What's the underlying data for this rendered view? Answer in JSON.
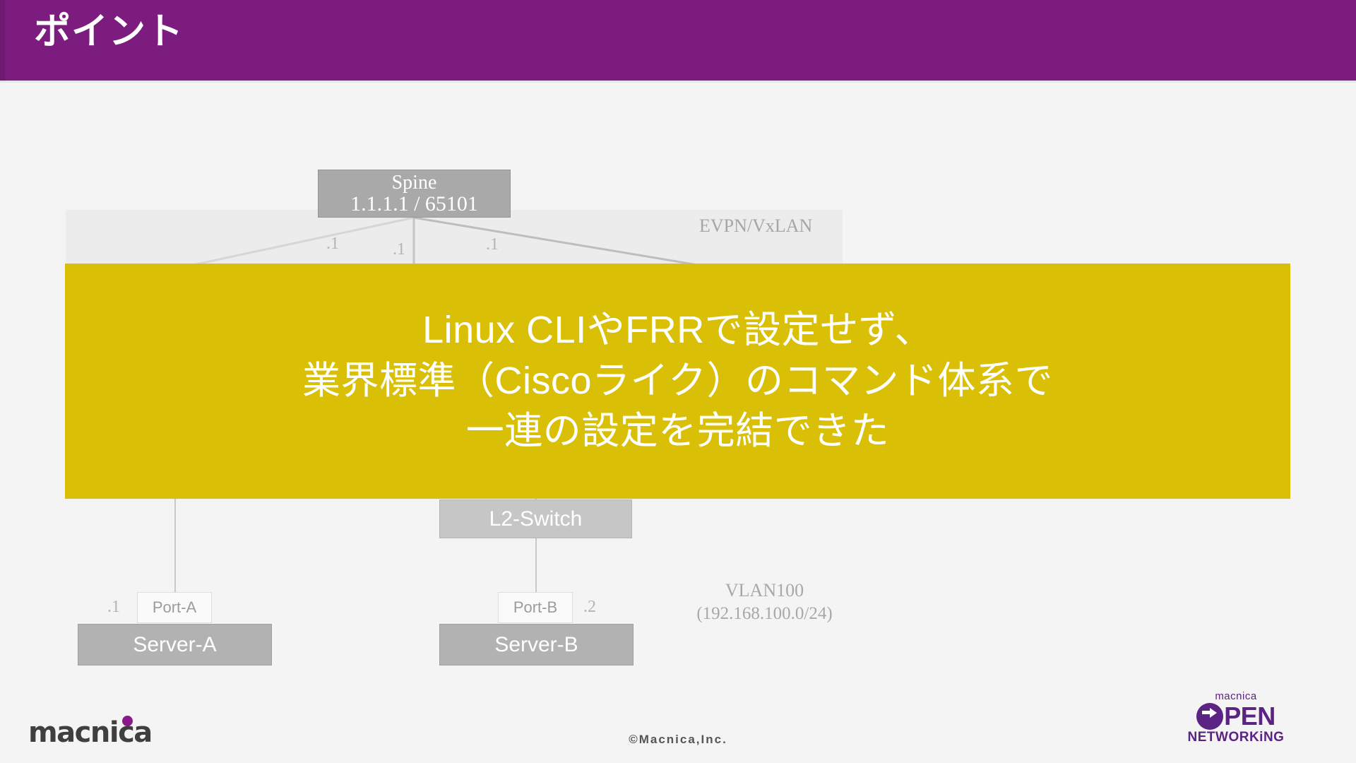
{
  "slide": {
    "header": {
      "title": "ポイント",
      "bar_color": "#7c1c7e"
    },
    "callout": {
      "background_color": "#d9bf05",
      "text_color": "#ffffff",
      "lines": [
        "Linux CLIやFRRで設定せず、",
        "業界標準（Ciscoライク）のコマンド体系で",
        "一連の設定を完結できた"
      ]
    },
    "diagram": {
      "overlay_band_label": "EVPN/VxLAN",
      "nodes": {
        "spine": {
          "name": "Spine",
          "address": "1.1.1.1 / 65101"
        },
        "l2switch": {
          "name": "L2-Switch"
        },
        "server_a": {
          "name": "Server-A"
        },
        "server_b": {
          "name": "Server-B"
        }
      },
      "ports": {
        "port_a": "Port-A",
        "port_b": "Port-B"
      },
      "interface_labels": {
        "spine_left": ".1",
        "spine_mid": ".1",
        "spine_right": ".1",
        "server_a_ip": ".1",
        "server_b_ip": ".2"
      },
      "vlan": {
        "name": "VLAN100",
        "subnet": "(192.168.100.0/24)"
      }
    },
    "footer": {
      "copyright": "©Macnica,Inc.",
      "left_logo": {
        "wordmark": "macnica"
      },
      "right_logo": {
        "small": "macnica",
        "main": "PEN",
        "sub": "NETWORKiNG",
        "color": "#5b2383"
      }
    }
  }
}
